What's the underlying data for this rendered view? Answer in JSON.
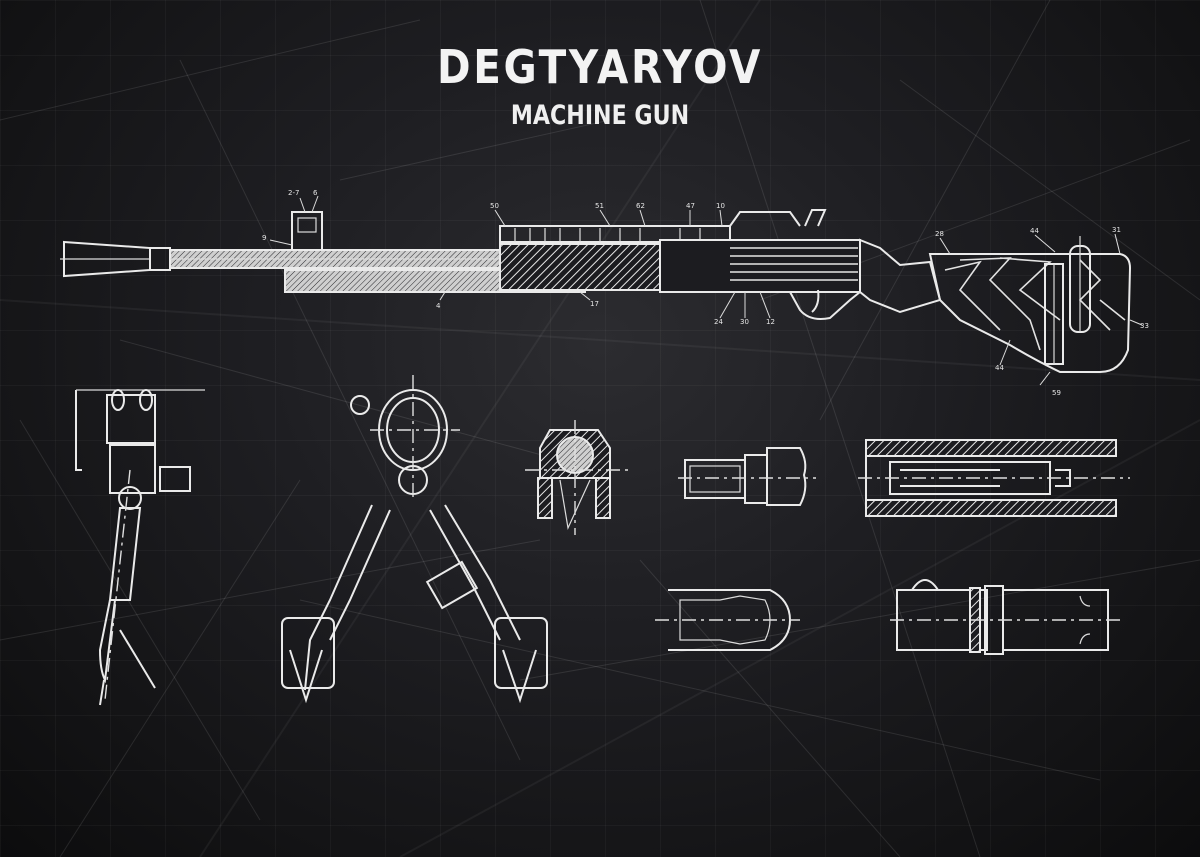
{
  "poster": {
    "title": "DEGTYARYOV",
    "subtitle": "MACHINE GUN",
    "background_color": "#1e1e22",
    "line_color": "#eaeaea"
  },
  "drawings": {
    "main": "side-section-view-of-machine-gun",
    "details": [
      "bipod-side-view",
      "bipod-front-view",
      "cross-section-view",
      "bolt-detail",
      "receiver-section",
      "cartridge-detail",
      "barrel-joint-detail"
    ]
  }
}
